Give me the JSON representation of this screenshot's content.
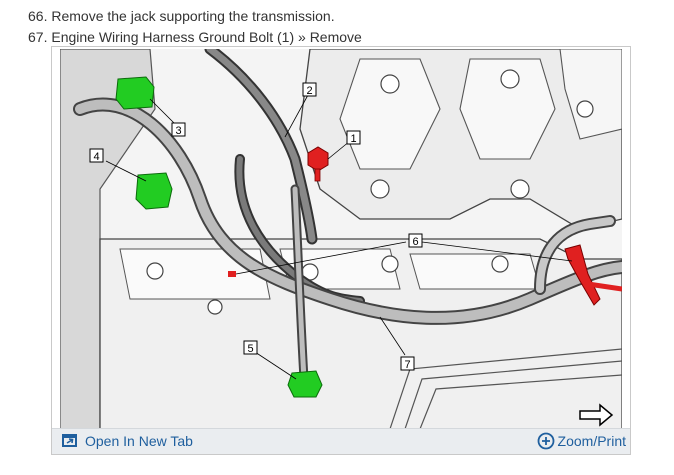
{
  "steps": [
    {
      "text": "66. Remove the jack supporting the transmission."
    },
    {
      "text": "67. Engine Wiring Harness Ground Bolt (1) » Remove"
    }
  ],
  "figure": {
    "callouts": [
      "1",
      "2",
      "3",
      "4",
      "5",
      "6",
      "7"
    ],
    "highlight_colors": {
      "removed_part": "#e02020",
      "connector": "#22cc22"
    }
  },
  "toolbar": {
    "open_tab_label": "Open In New Tab",
    "open_tab_icon": "open-new-tab-icon",
    "zoom_label": "Zoom/Print",
    "zoom_icon": "zoom-plus-icon"
  }
}
